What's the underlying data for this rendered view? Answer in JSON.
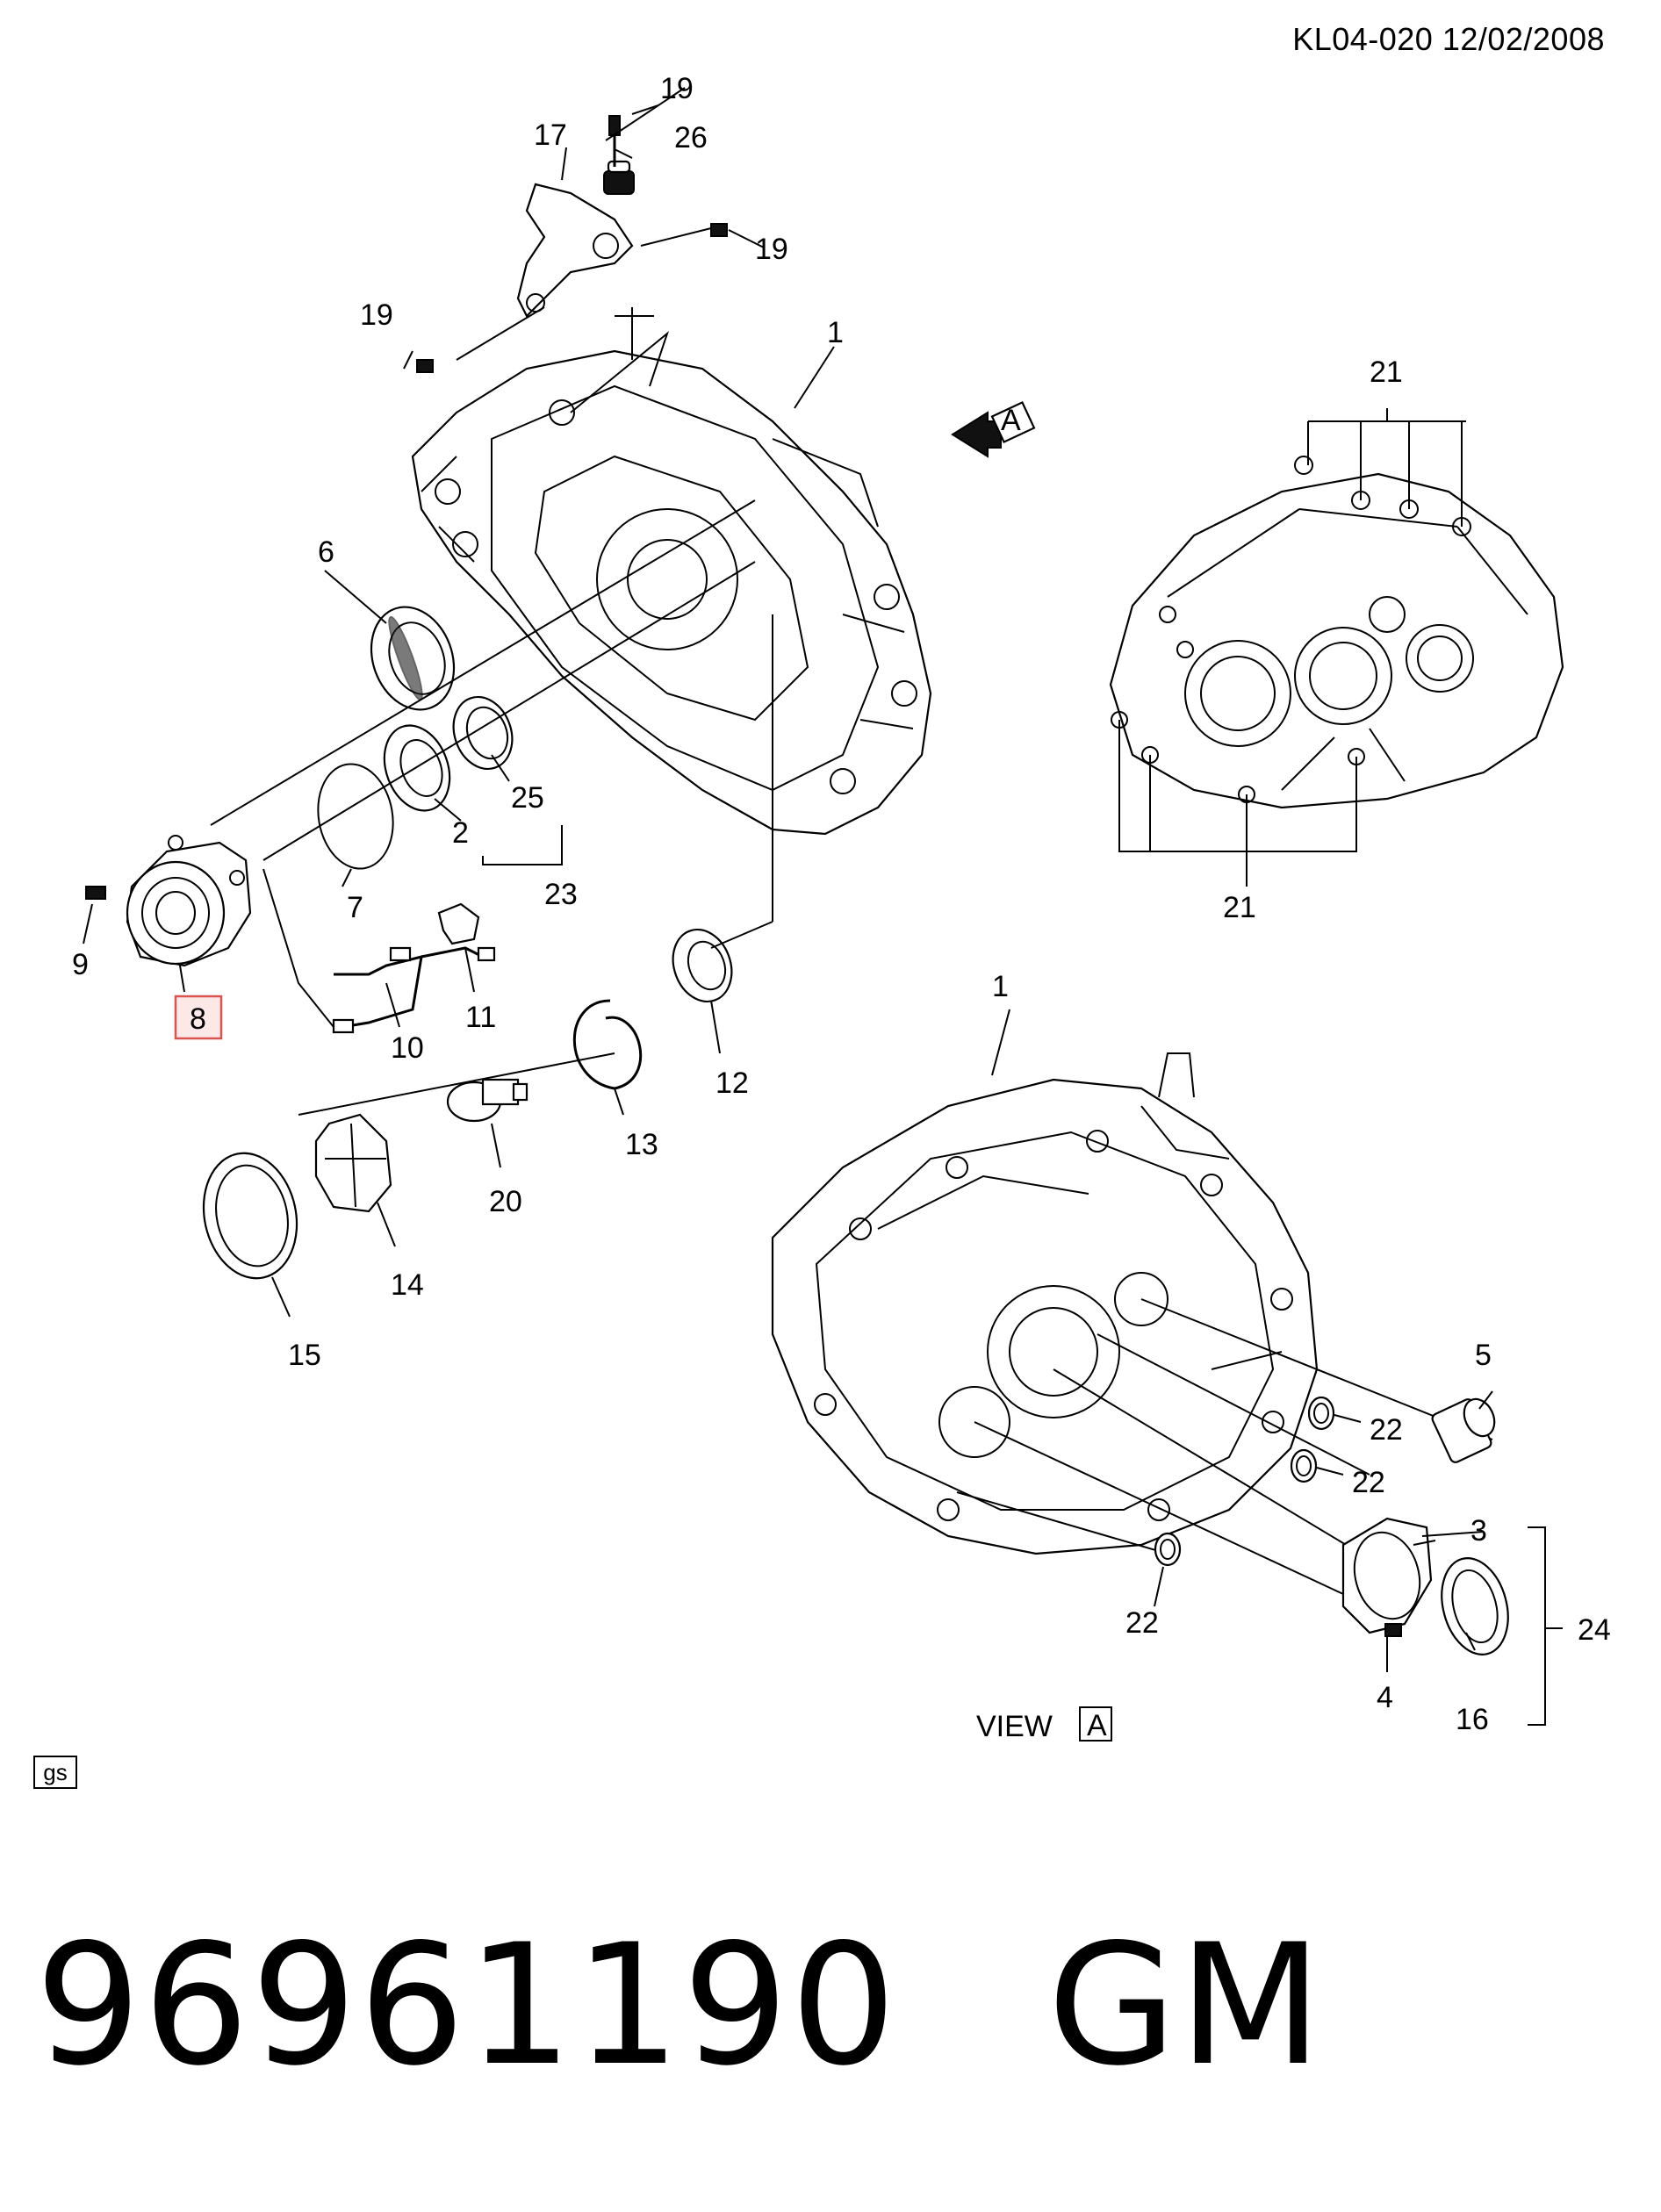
{
  "document": {
    "reference": "KL04-020 12/02/2008",
    "view_label": "VIEW",
    "view_letter": "A",
    "gs_label": "gs",
    "part_number": "96961190",
    "manufacturer": "GM"
  },
  "callouts": {
    "n1": "1",
    "n1b": "1",
    "n2": "2",
    "n3": "3",
    "n4": "4",
    "n5": "5",
    "n6": "6",
    "n7": "7",
    "n8": "8",
    "n9": "9",
    "n10": "10",
    "n11": "11",
    "n12": "12",
    "n13": "13",
    "n14": "14",
    "n15": "15",
    "n16": "16",
    "n17": "17",
    "n19a": "19",
    "n19b": "19",
    "n19c": "19",
    "n20": "20",
    "n21a": "21",
    "n21b": "21",
    "n22a": "22",
    "n22b": "22",
    "n22c": "22",
    "n23": "23",
    "n24": "24",
    "n25": "25",
    "n26": "26",
    "arrow_letter": "A"
  },
  "colors": {
    "highlight_stroke": "#d9534f",
    "highlight_fill": "#fde8e8",
    "line": "#000000"
  }
}
